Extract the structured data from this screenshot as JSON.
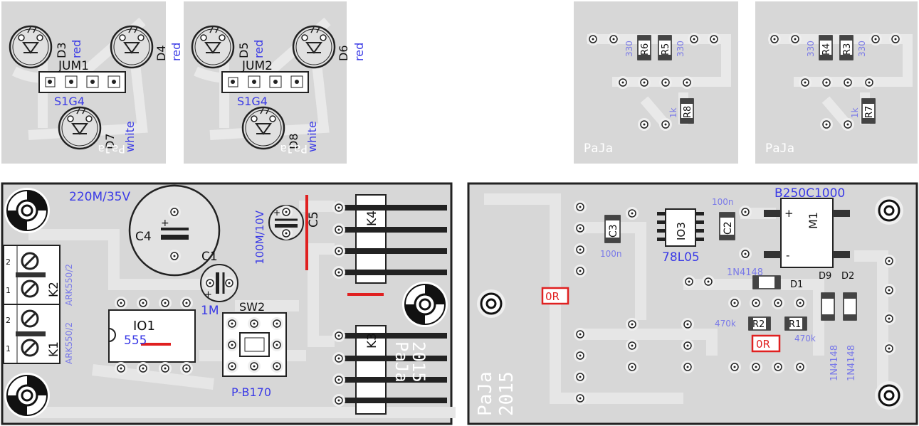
{
  "colors": {
    "board": "#d7d7d7",
    "trace": "#e6e6e6",
    "label": "#3a3ae6",
    "label_small": "#7a7ae8",
    "jumper": "#e02020",
    "component": "#222222"
  },
  "led_board_1": {
    "leds": [
      {
        "ref": "D3",
        "color": "red"
      },
      {
        "ref": "D4",
        "color": "red"
      },
      {
        "ref": "D7",
        "color": "white"
      }
    ],
    "jumper_ref": "JUM1",
    "jumper_part": "S1G4",
    "watermark": "PaJa"
  },
  "led_board_2": {
    "leds": [
      {
        "ref": "D5",
        "color": "red"
      },
      {
        "ref": "D6",
        "color": "red"
      },
      {
        "ref": "D8",
        "color": "white"
      }
    ],
    "jumper_ref": "JUM2",
    "jumper_part": "S1G4",
    "watermark": "PaJa"
  },
  "resistor_board_1": {
    "resistors": [
      {
        "ref": "R6",
        "value": "330"
      },
      {
        "ref": "R5",
        "value": "330"
      },
      {
        "ref": "R8",
        "value": "1k"
      }
    ],
    "watermark": "PaJa"
  },
  "resistor_board_2": {
    "resistors": [
      {
        "ref": "R4",
        "value": "330"
      },
      {
        "ref": "R3",
        "value": "330"
      },
      {
        "ref": "R7",
        "value": "1k"
      }
    ],
    "watermark": "PaJa"
  },
  "main_board_left": {
    "c4_value": "220M/35V",
    "c4_ref": "C4",
    "c5_value": "100M/10V",
    "c5_ref": "C5",
    "c1_ref": "C1",
    "c1_value": "1M",
    "k1_ref": "K1",
    "k1_part": "ARK550/2",
    "k2_ref": "K2",
    "k2_part": "ARK550/2",
    "io1_ref": "IO1",
    "io1_part": "555",
    "sw2_ref": "SW2",
    "sw2_part": "P-B170",
    "k3_ref": "K3",
    "k4_ref": "K4",
    "terminal_pins": [
      "2",
      "1",
      "2",
      "1"
    ],
    "watermark_1": "PaJa",
    "watermark_2": "2015"
  },
  "main_board_right": {
    "bridge_part": "B250C1000",
    "bridge_ref": "M1",
    "bridge_plus": "+",
    "bridge_minus": "-",
    "c3_ref": "C3",
    "c3_value": "100n",
    "c2_ref": "C2",
    "c2_value": "100n",
    "io3_ref": "IO3",
    "io3_part": "78L05",
    "d1_ref": "D1",
    "d1_part": "1N4148",
    "d9_ref": "D9",
    "d9_part": "1N4148",
    "d2_ref": "D2",
    "d2_part": "1N4148",
    "r2_ref": "R2",
    "r2_value": "470k",
    "r1_ref": "R1",
    "r1_value": "470k",
    "jumper_1": "0R",
    "jumper_2": "0R",
    "watermark_1": "PaJa",
    "watermark_2": "2015"
  }
}
